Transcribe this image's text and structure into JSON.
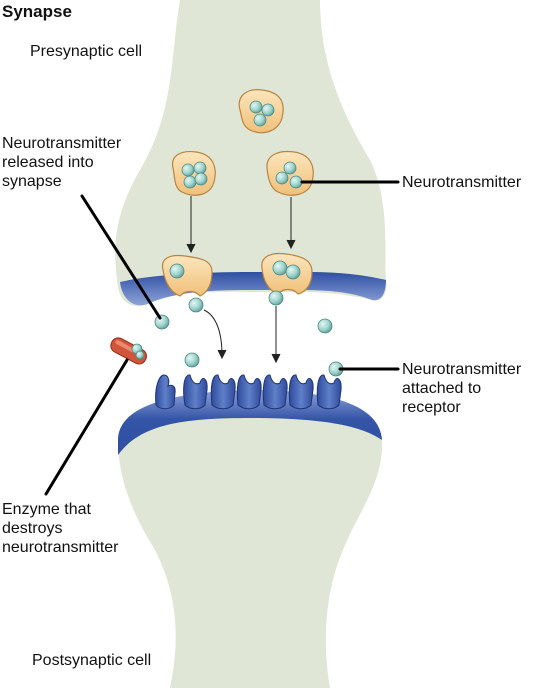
{
  "title": "Synapse",
  "labels": {
    "presynaptic": "Presynaptic cell",
    "released": "Neurotransmitter\nreleased into\nsynapse",
    "neurotransmitter": "Neurotransmitter",
    "attached": "Neurotransmitter\nattached to\nreceptor",
    "enzyme": "Enzyme that\ndestroys\nneurotransmitter",
    "postsynaptic": "Postsynaptic cell"
  },
  "colors": {
    "cell_fill": "#dfe6d6",
    "membrane": "#3f5fb0",
    "vesicle": "#f5d49a",
    "vesicle_stroke": "#c8954a",
    "molecule": "#9fd3cd",
    "receptor": "#4a6ab8",
    "enzyme": "#d2543a"
  }
}
